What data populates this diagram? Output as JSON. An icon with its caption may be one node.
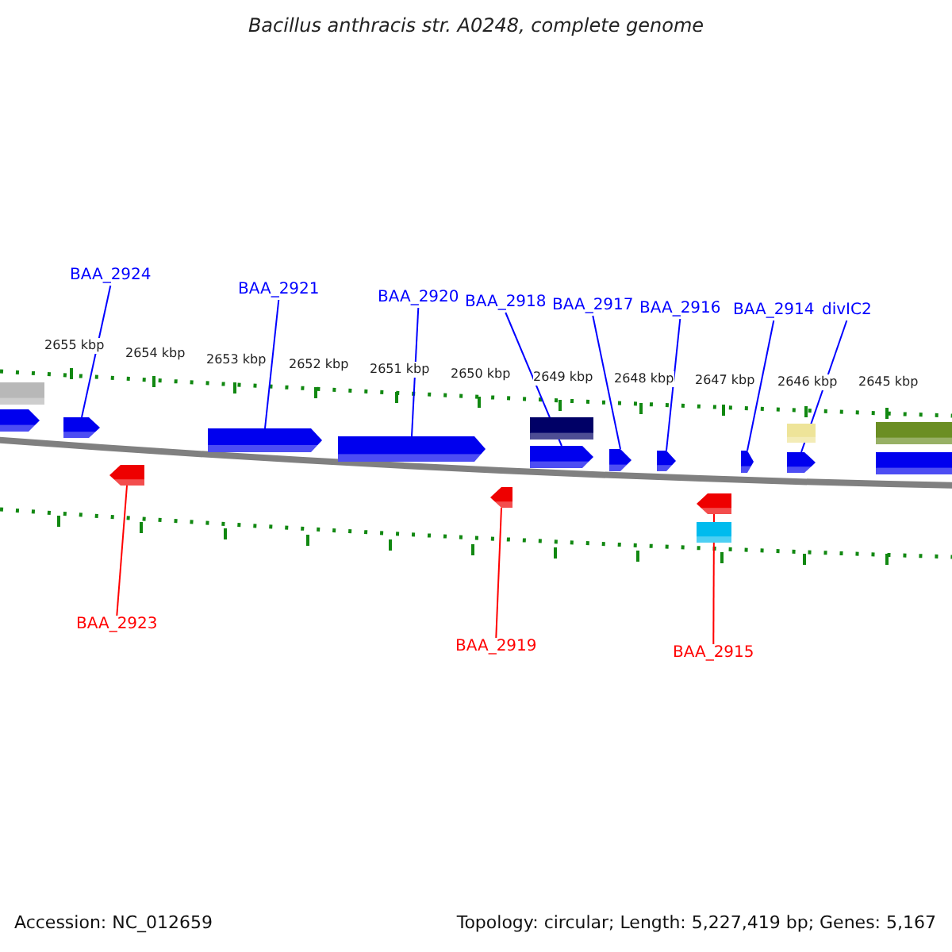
{
  "diagram": {
    "title": "Bacillus anthracis str. A0248, complete genome",
    "nodes": [
      {
        "text": [
          "BAA_2924"
        ]
      },
      {
        "text": [
          "BAA_2921"
        ]
      },
      {
        "text": [
          "BAA_2920"
        ]
      },
      {
        "text": [
          "BAA_2918"
        ]
      },
      {
        "text": [
          "BAA_2917"
        ]
      },
      {
        "text": [
          "BAA_2916"
        ]
      },
      {
        "text": [
          "BAA_2914"
        ]
      },
      {
        "text": [
          "divIC2"
        ]
      },
      {
        "text": [
          "BAA_2923"
        ]
      },
      {
        "text": [
          "BAA_2919"
        ]
      },
      {
        "text": [
          "BAA_2915"
        ]
      },
      {
        "text": [],
        "shape": "box"
      },
      {
        "text": [],
        "shape": "bar"
      },
      {
        "text": [],
        "shape": "bar"
      },
      {
        "text": [],
        "shape": "bar"
      },
      {
        "text": [],
        "shape": "bar"
      },
      {
        "text": [],
        "shape": "bar"
      },
      {
        "text": [],
        "shape": "bar"
      },
      {
        "text": [],
        "shape": "box"
      },
      {
        "text": [],
        "shape": "bar"
      },
      {
        "text": [],
        "shape": "bar"
      },
      {
        "text": [],
        "shape": "bar"
      },
      {
        "text": [],
        "shape": "bar"
      },
      {
        "text": [],
        "shape": "box"
      },
      {
        "text": [],
        "shape": "bar"
      },
      {
        "text": [],
        "shape": "box"
      },
      {
        "text": [],
        "shape": "bar"
      },
      {
        "text": [],
        "shape": "box"
      },
      {
        "text": [],
        "shape": "box"
      }
    ],
    "edges": [
      {
        "from": 0,
        "to": 13,
        "arrow": "none"
      },
      {
        "from": 1,
        "to": 15,
        "arrow": "none"
      },
      {
        "from": 2,
        "to": 16,
        "arrow": "none"
      },
      {
        "from": 3,
        "to": 19,
        "arrow": "none"
      },
      {
        "from": 4,
        "to": 20,
        "arrow": "none"
      },
      {
        "from": 5,
        "to": 21,
        "arrow": "none"
      },
      {
        "from": 6,
        "to": 24,
        "arrow": "none"
      },
      {
        "from": 7,
        "to": 26,
        "arrow": "none"
      },
      {
        "from": 8,
        "to": 14,
        "arrow": "none",
        "color": "#ff0000"
      },
      {
        "from": 9,
        "to": 17,
        "arrow": "none",
        "color": "#ff0000"
      },
      {
        "from": 10,
        "to": 22,
        "arrow": "none",
        "color": "#ff0000"
      }
    ],
    "labels": [
      "2655 kbp",
      "2654 kbp",
      "2653 kbp",
      "2652 kbp",
      "2651 kbp",
      "2650 kbp",
      "2649 kbp",
      "2648 kbp",
      "2647 kbp",
      "2646 kbp",
      "2645 kbp",
      "Accession: NC_012659",
      "Topology: circular; Length: 5,227,419 bp; Genes: 5,167"
    ]
  }
}
